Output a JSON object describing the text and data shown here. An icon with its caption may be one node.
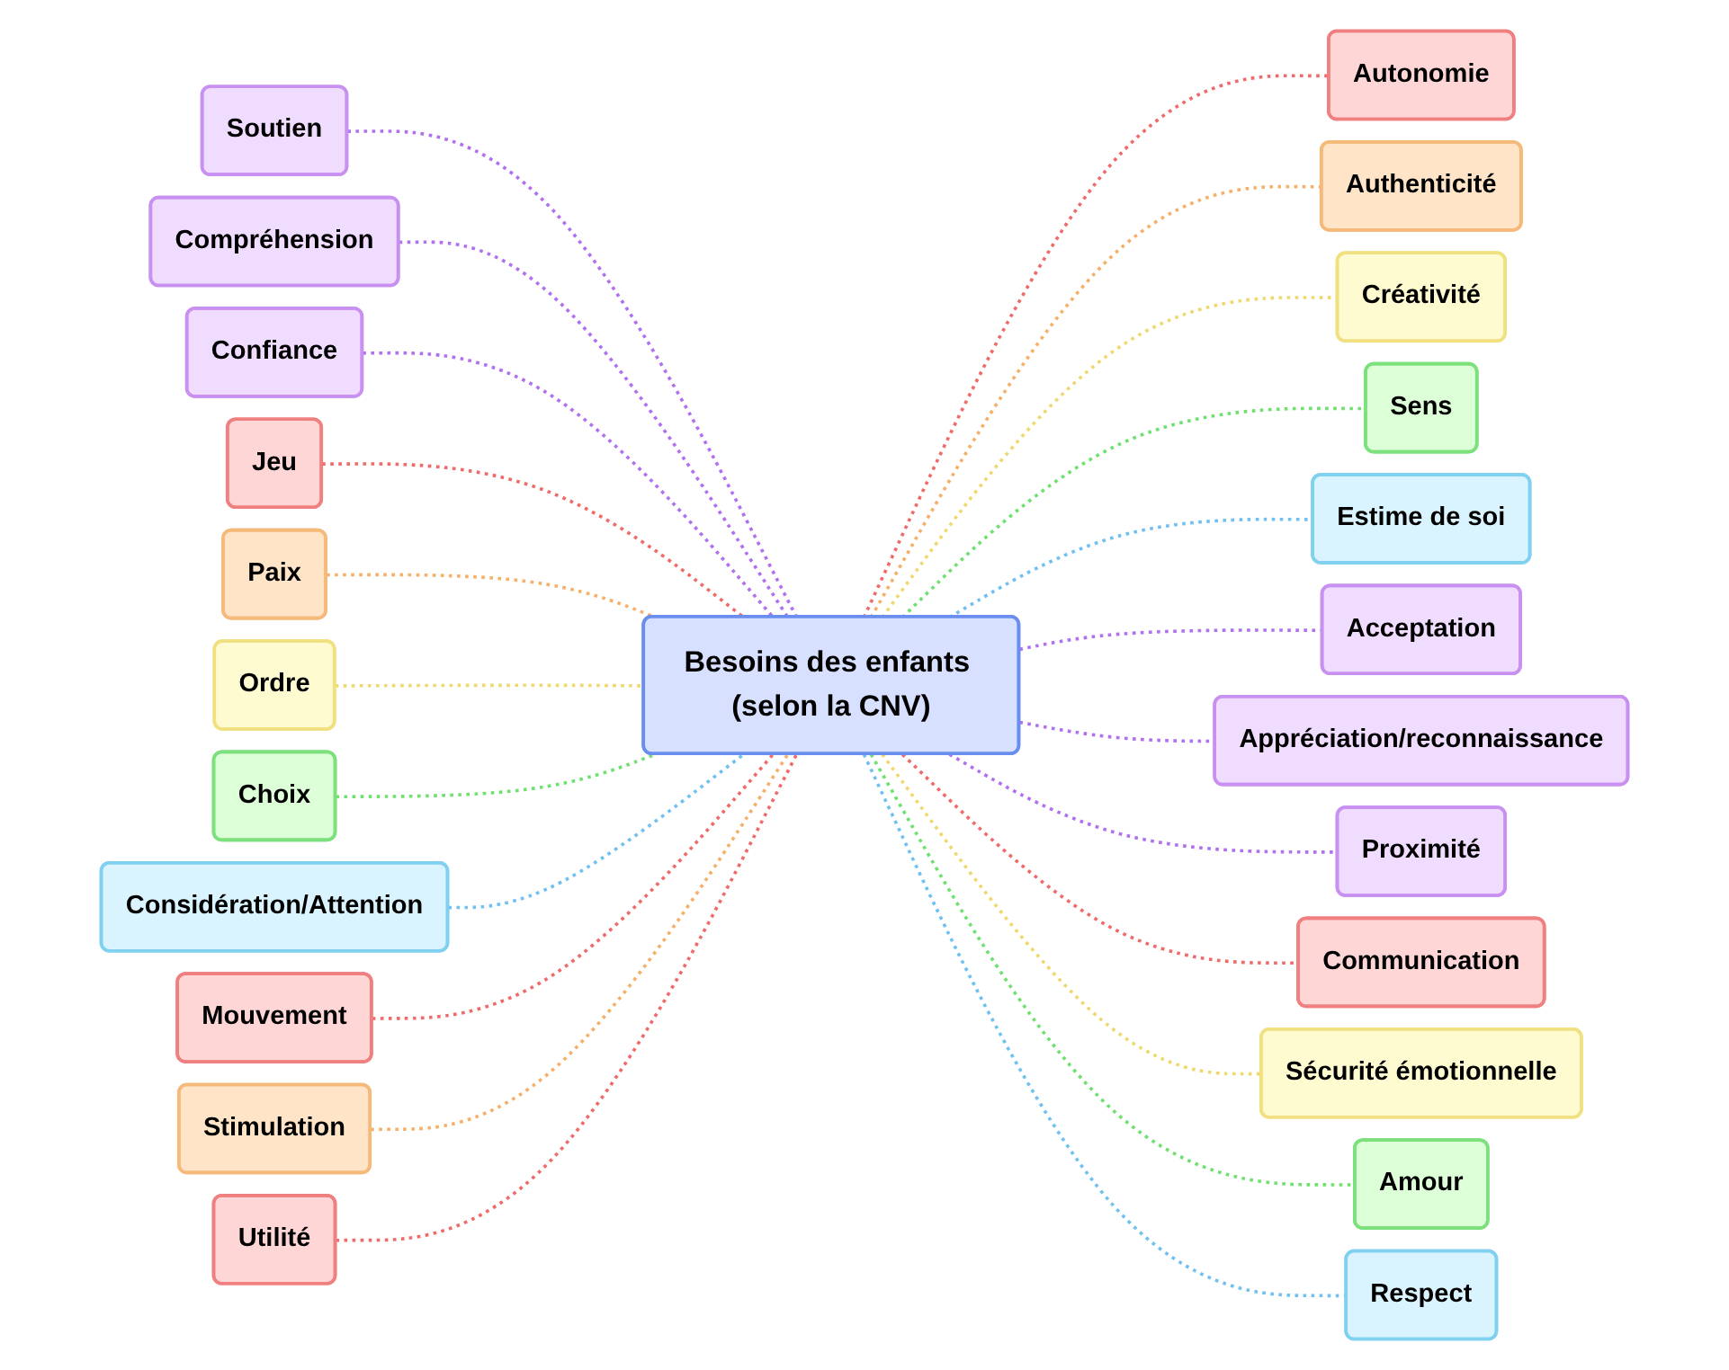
{
  "diagram": {
    "nodes": [
      {
        "text": [
          "Besoins des enfants (selon la CNV)"
        ]
      },
      {
        "text": [
          "Soutien"
        ]
      },
      {
        "text": [
          "Compréhension"
        ]
      },
      {
        "text": [
          "Confiance"
        ]
      },
      {
        "text": [
          "Jeu"
        ]
      },
      {
        "text": [
          "Paix"
        ]
      },
      {
        "text": [
          "Ordre"
        ]
      },
      {
        "text": [
          "Choix"
        ]
      },
      {
        "text": [
          "Considération/Attention"
        ]
      },
      {
        "text": [
          "Mouvement"
        ]
      },
      {
        "text": [
          "Stimulation"
        ]
      },
      {
        "text": [
          "Utilité"
        ]
      },
      {
        "text": [
          "Autonomie"
        ]
      },
      {
        "text": [
          "Authenticité"
        ]
      },
      {
        "text": [
          "Créativité"
        ]
      },
      {
        "text": [
          "Sens"
        ]
      },
      {
        "text": [
          "Estime de soi"
        ]
      },
      {
        "text": [
          "Acceptation"
        ]
      },
      {
        "text": [
          "Appréciation/reconnaissance"
        ]
      },
      {
        "text": [
          "Proximité"
        ]
      },
      {
        "text": [
          "Communication"
        ]
      },
      {
        "text": [
          "Sécurité émotionnelle"
        ]
      },
      {
        "text": [
          "Amour"
        ]
      },
      {
        "text": [
          "Respect"
        ]
      }
    ],
    "edges": [
      {
        "from": 0,
        "to": 1,
        "arrow": "none",
        "style": "dashed",
        "color": "#b070f0"
      },
      {
        "from": 0,
        "to": 2,
        "arrow": "none",
        "style": "dashed",
        "color": "#b070f0"
      },
      {
        "from": 0,
        "to": 3,
        "arrow": "none",
        "style": "dashed",
        "color": "#b070f0"
      },
      {
        "from": 0,
        "to": 4,
        "arrow": "none",
        "style": "dashed",
        "color": "#f06a6a"
      },
      {
        "from": 0,
        "to": 5,
        "arrow": "none",
        "style": "dashed",
        "color": "#f5b06a"
      },
      {
        "from": 0,
        "to": 6,
        "arrow": "none",
        "style": "dashed",
        "color": "#f0d870"
      },
      {
        "from": 0,
        "to": 7,
        "arrow": "none",
        "style": "dashed",
        "color": "#70e070"
      },
      {
        "from": 0,
        "to": 8,
        "arrow": "none",
        "style": "dashed",
        "color": "#70c0f0"
      },
      {
        "from": 0,
        "to": 9,
        "arrow": "none",
        "style": "dashed",
        "color": "#f06a6a"
      },
      {
        "from": 0,
        "to": 10,
        "arrow": "none",
        "style": "dashed",
        "color": "#f5b06a"
      },
      {
        "from": 0,
        "to": 11,
        "arrow": "none",
        "style": "dashed",
        "color": "#f06a6a"
      },
      {
        "from": 0,
        "to": 12,
        "arrow": "none",
        "style": "dashed",
        "color": "#f06a6a"
      },
      {
        "from": 0,
        "to": 13,
        "arrow": "none",
        "style": "dashed",
        "color": "#f5b06a"
      },
      {
        "from": 0,
        "to": 14,
        "arrow": "none",
        "style": "dashed",
        "color": "#f0d870"
      },
      {
        "from": 0,
        "to": 15,
        "arrow": "none",
        "style": "dashed",
        "color": "#70e070"
      },
      {
        "from": 0,
        "to": 16,
        "arrow": "none",
        "style": "dashed",
        "color": "#70c0f0"
      },
      {
        "from": 0,
        "to": 17,
        "arrow": "none",
        "style": "dashed",
        "color": "#b070f0"
      },
      {
        "from": 0,
        "to": 18,
        "arrow": "none",
        "style": "dashed",
        "color": "#b070f0"
      },
      {
        "from": 0,
        "to": 19,
        "arrow": "none",
        "style": "dashed",
        "color": "#b070f0"
      },
      {
        "from": 0,
        "to": 20,
        "arrow": "none",
        "style": "dashed",
        "color": "#f06a6a"
      },
      {
        "from": 0,
        "to": 21,
        "arrow": "none",
        "style": "dashed",
        "color": "#f0d870"
      },
      {
        "from": 0,
        "to": 22,
        "arrow": "none",
        "style": "dashed",
        "color": "#70e070"
      },
      {
        "from": 0,
        "to": 23,
        "arrow": "none",
        "style": "dashed",
        "color": "#70c0f0"
      }
    ]
  }
}
